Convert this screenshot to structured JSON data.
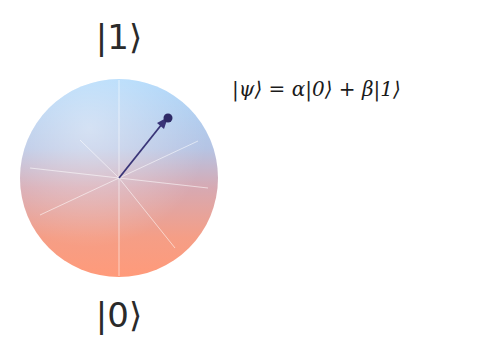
{
  "diagram": {
    "labels": [
      "|1⟩",
      "|ψ⟩ = α|0⟩ + β|1⟩",
      "|0⟩"
    ]
  }
}
